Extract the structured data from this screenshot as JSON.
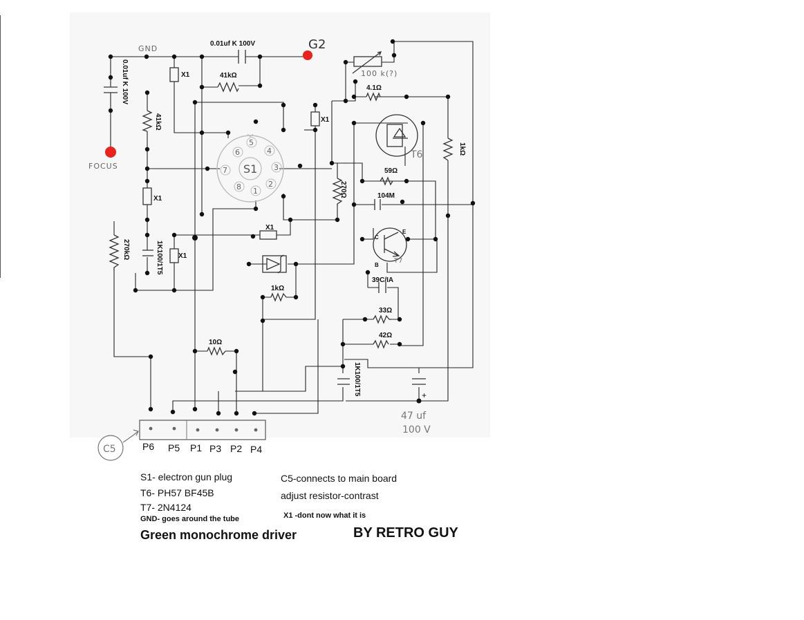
{
  "labels": {
    "gnd": "GND",
    "g2": "G2",
    "focus": "FOCUS",
    "cap_top": "0.01uf K 100V",
    "cap_left": "0.01uf K 100V",
    "r41_top": "41kΩ",
    "r41_left": "41kΩ",
    "x1": "X1",
    "pot": "100 k(?)",
    "r4_1": "4.1Ω",
    "t6": "T6",
    "r1k_right": "1kΩ",
    "r59": "59Ω",
    "r270": "270Ω",
    "c104": "104M",
    "s1": "S1",
    "r270k": "270kΩ",
    "cap_1k_left": "1K100/1T5",
    "c_label": "C",
    "e_label": "E",
    "b_label": "B",
    "t7": "T7",
    "r1k_mid": "1kΩ",
    "c39": "39C/IA",
    "r33": "33Ω",
    "r42": "42Ω",
    "r10": "10Ω",
    "cap_1k_right": "1K100/1T5",
    "cap_47": "47 uf",
    "cap_47v": "100 V",
    "c5": "C5",
    "plus": "+"
  },
  "socket_pins": [
    "5",
    "4",
    "3",
    "2",
    "1",
    "8",
    "7",
    "6"
  ],
  "connector_pins": [
    "P6",
    "P5",
    "P1",
    "P3",
    "P2",
    "P4"
  ],
  "notes": {
    "s1": "S1- electron gun plug",
    "t6": "T6- PH57 BF45B",
    "t7": "T7- 2N4124",
    "gnd": "GND- goes around the tube",
    "c5": "C5-connects to main board",
    "adjust": "adjust resistor-contrast",
    "x1": "X1 -dont now what it is",
    "title": "Green monochrome driver",
    "author": "BY  RETRO GUY"
  },
  "colors": {
    "ink": "#111111",
    "marker": "#e8231c",
    "paper": "#f7f7f7"
  }
}
